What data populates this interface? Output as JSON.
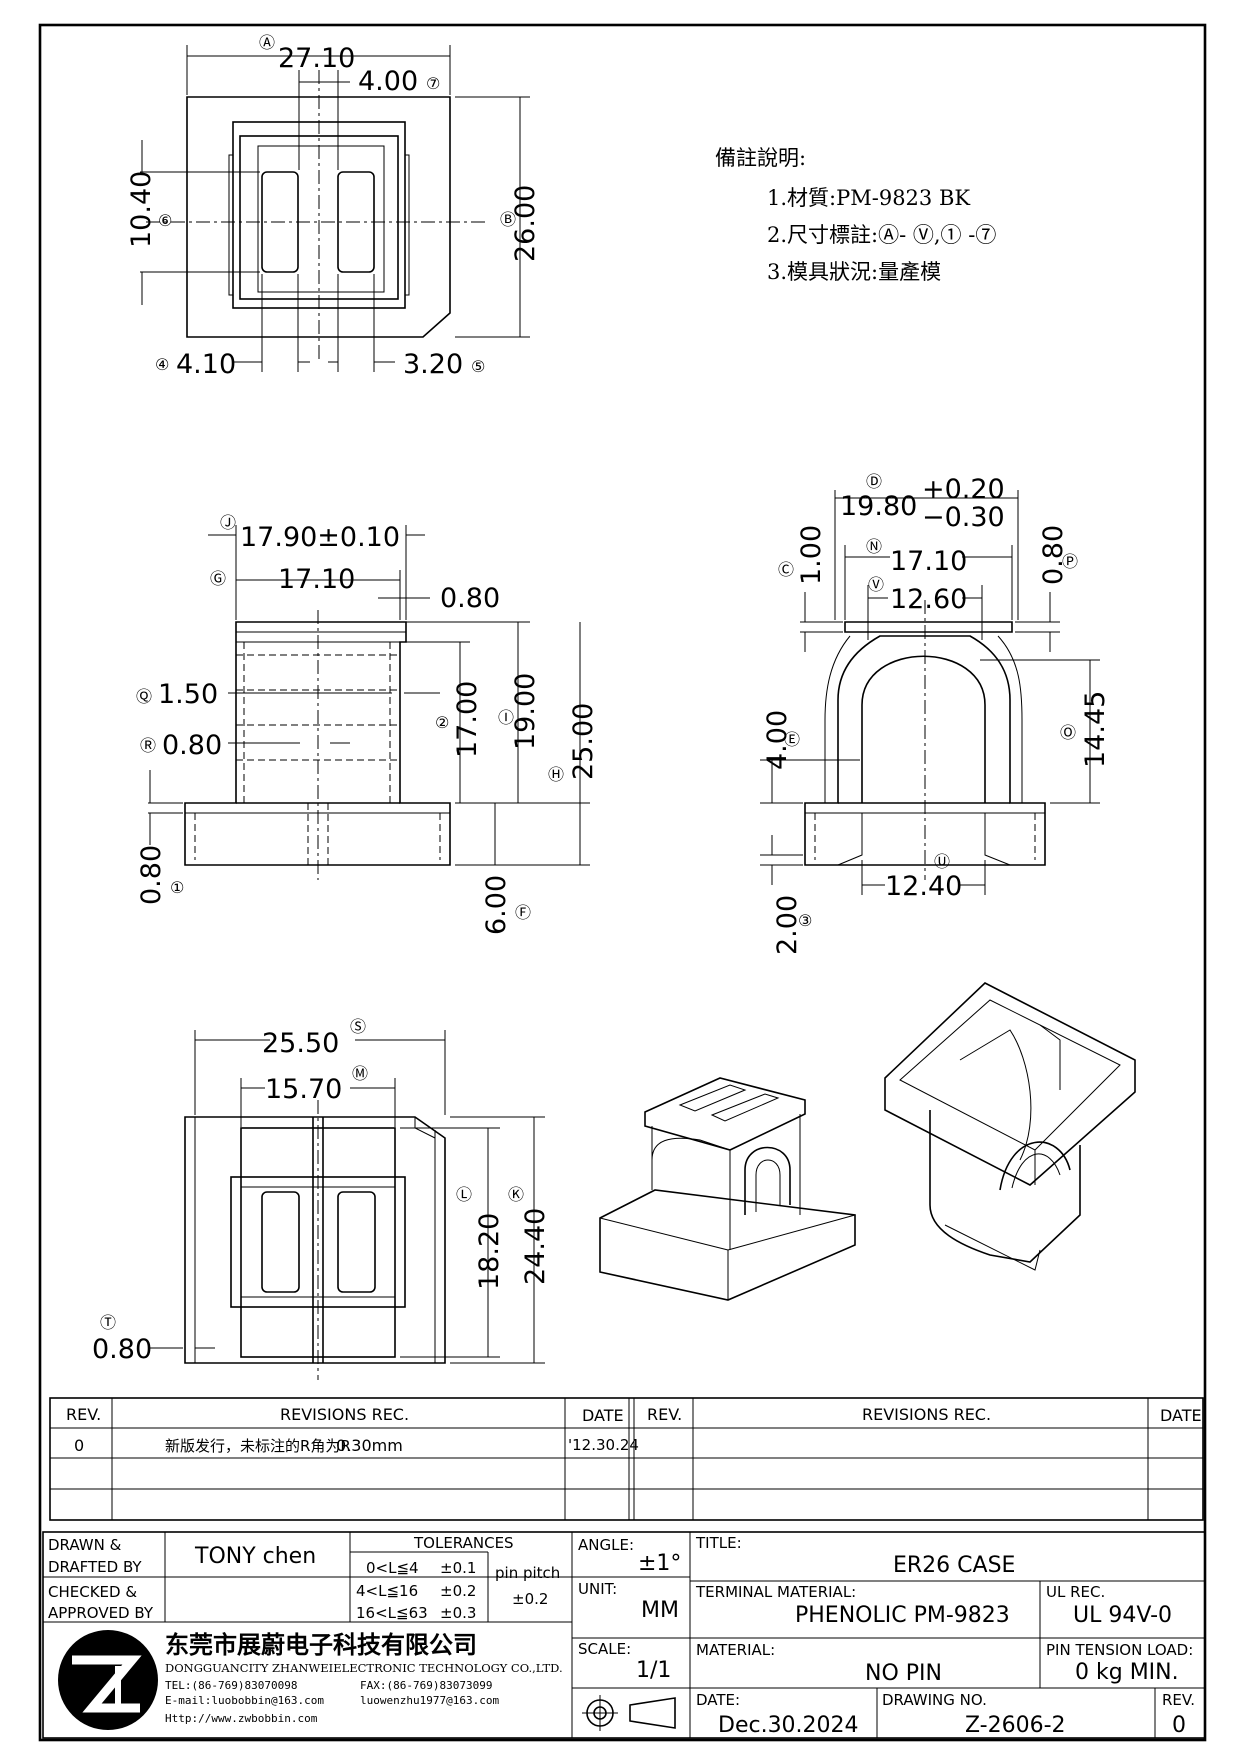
{
  "notes": {
    "heading": "備註說明:",
    "items": [
      "1.材質:PM-9823 BK",
      "2.尺寸標註:Ⓐ- Ⓥ,① -⑦",
      "3.模具狀況:量產模"
    ]
  },
  "dimensions": {
    "top_view": [
      {
        "id": "Ⓐ",
        "value": "27.10"
      },
      {
        "id": "⑦",
        "value": "4.00"
      },
      {
        "id": "Ⓑ",
        "value": "26.00"
      },
      {
        "id": "⑥",
        "value": "10.40"
      },
      {
        "id": "④",
        "value": "4.10"
      },
      {
        "id": "⑤",
        "value": "3.20"
      }
    ],
    "front_view": [
      {
        "id": "Ⓙ",
        "value": "17.90±0.10"
      },
      {
        "id": "Ⓖ",
        "value": "17.10"
      },
      {
        "id": "",
        "value": "0.80"
      },
      {
        "id": "Ⓠ",
        "value": "1.50"
      },
      {
        "id": "Ⓡ",
        "value": "0.80"
      },
      {
        "id": "②",
        "value": "17.00"
      },
      {
        "id": "Ⓘ",
        "value": "19.00"
      },
      {
        "id": "Ⓗ",
        "value": "25.00"
      },
      {
        "id": "①",
        "value": "0.80"
      },
      {
        "id": "Ⓕ",
        "value": "6.00"
      }
    ],
    "side_view": [
      {
        "id": "Ⓓ",
        "value": "19.80",
        "tol_plus": "+0.20",
        "tol_minus": "−0.30"
      },
      {
        "id": "Ⓒ",
        "value": "1.00"
      },
      {
        "id": "Ⓝ",
        "value": "17.10"
      },
      {
        "id": "Ⓟ",
        "value": "0.80"
      },
      {
        "id": "Ⓥ",
        "value": "12.60"
      },
      {
        "id": "Ⓔ",
        "value": "4.00"
      },
      {
        "id": "Ⓞ",
        "value": "14.45"
      },
      {
        "id": "Ⓤ",
        "value": "12.40"
      },
      {
        "id": "③",
        "value": "2.00"
      }
    ],
    "bottom_view": [
      {
        "id": "Ⓢ",
        "value": "25.50"
      },
      {
        "id": "Ⓜ",
        "value": "15.70"
      },
      {
        "id": "Ⓛ",
        "value": "18.20"
      },
      {
        "id": "Ⓚ",
        "value": "24.40"
      },
      {
        "id": "Ⓣ",
        "value": "0.80"
      }
    ]
  },
  "revisions": {
    "headers": {
      "rev": "REV.",
      "rec": "REVISIONS   REC.",
      "date": "DATE"
    },
    "rows": [
      {
        "rev": "0",
        "rec": "新版发行，未标注的R角为R",
        "rec_value": "0.30mm",
        "date": "'12.30.24"
      }
    ]
  },
  "title_block": {
    "drawn_label": "DRAWN &\nDRAFTED BY",
    "drawn_value": "TONY chen",
    "checked_label": "CHECKED &\nAPPROVED BY",
    "tolerances_header": "TOLERANCES",
    "tolerances": [
      {
        "range": "0<L≦4",
        "tol": "±0.1"
      },
      {
        "range": "4<L≦16",
        "tol": "±0.2"
      },
      {
        "range": "16<L≦63",
        "tol": "±0.3"
      }
    ],
    "pin_pitch_label": "pin pitch",
    "pin_pitch_value": "±0.2",
    "angle_label": "ANGLE:",
    "angle_value": "±1°",
    "unit_label": "UNIT:",
    "unit_value": "MM",
    "scale_label": "SCALE:",
    "scale_value": "1/1",
    "title_label": "TITLE:",
    "title_value": "ER26  CASE",
    "terminal_label": "TERMINAL MATERIAL:",
    "terminal_value": "PHENOLIC  PM-9823",
    "ul_label": "UL REC.",
    "ul_value": "UL 94V-0",
    "material_label": "MATERIAL:",
    "material_value": "NO PIN",
    "pin_tension_label": "PIN TENSION LOAD:",
    "pin_tension_value": "0 kg MIN.",
    "date_label": "DATE:",
    "date_value": "Dec.30.2024",
    "drawing_no_label": "DRAWING NO.",
    "drawing_no_value": "Z-2606-2",
    "rev_label": "REV.",
    "rev_value": "0"
  },
  "company": {
    "name_cn": "东莞市展蔚电子科技有限公司",
    "name_en": "DONGGUANCITY ZHANWEIELECTRONIC TECHNOLOGY CO.,LTD.",
    "tel": "TEL:(86-769)83070098",
    "fax": "FAX:(86-769)83073099",
    "email": "E-mail:luobobbin@163.com",
    "email2": "luowenzhu1977@163.com",
    "web": "Http://www.zwbobbin.com"
  }
}
